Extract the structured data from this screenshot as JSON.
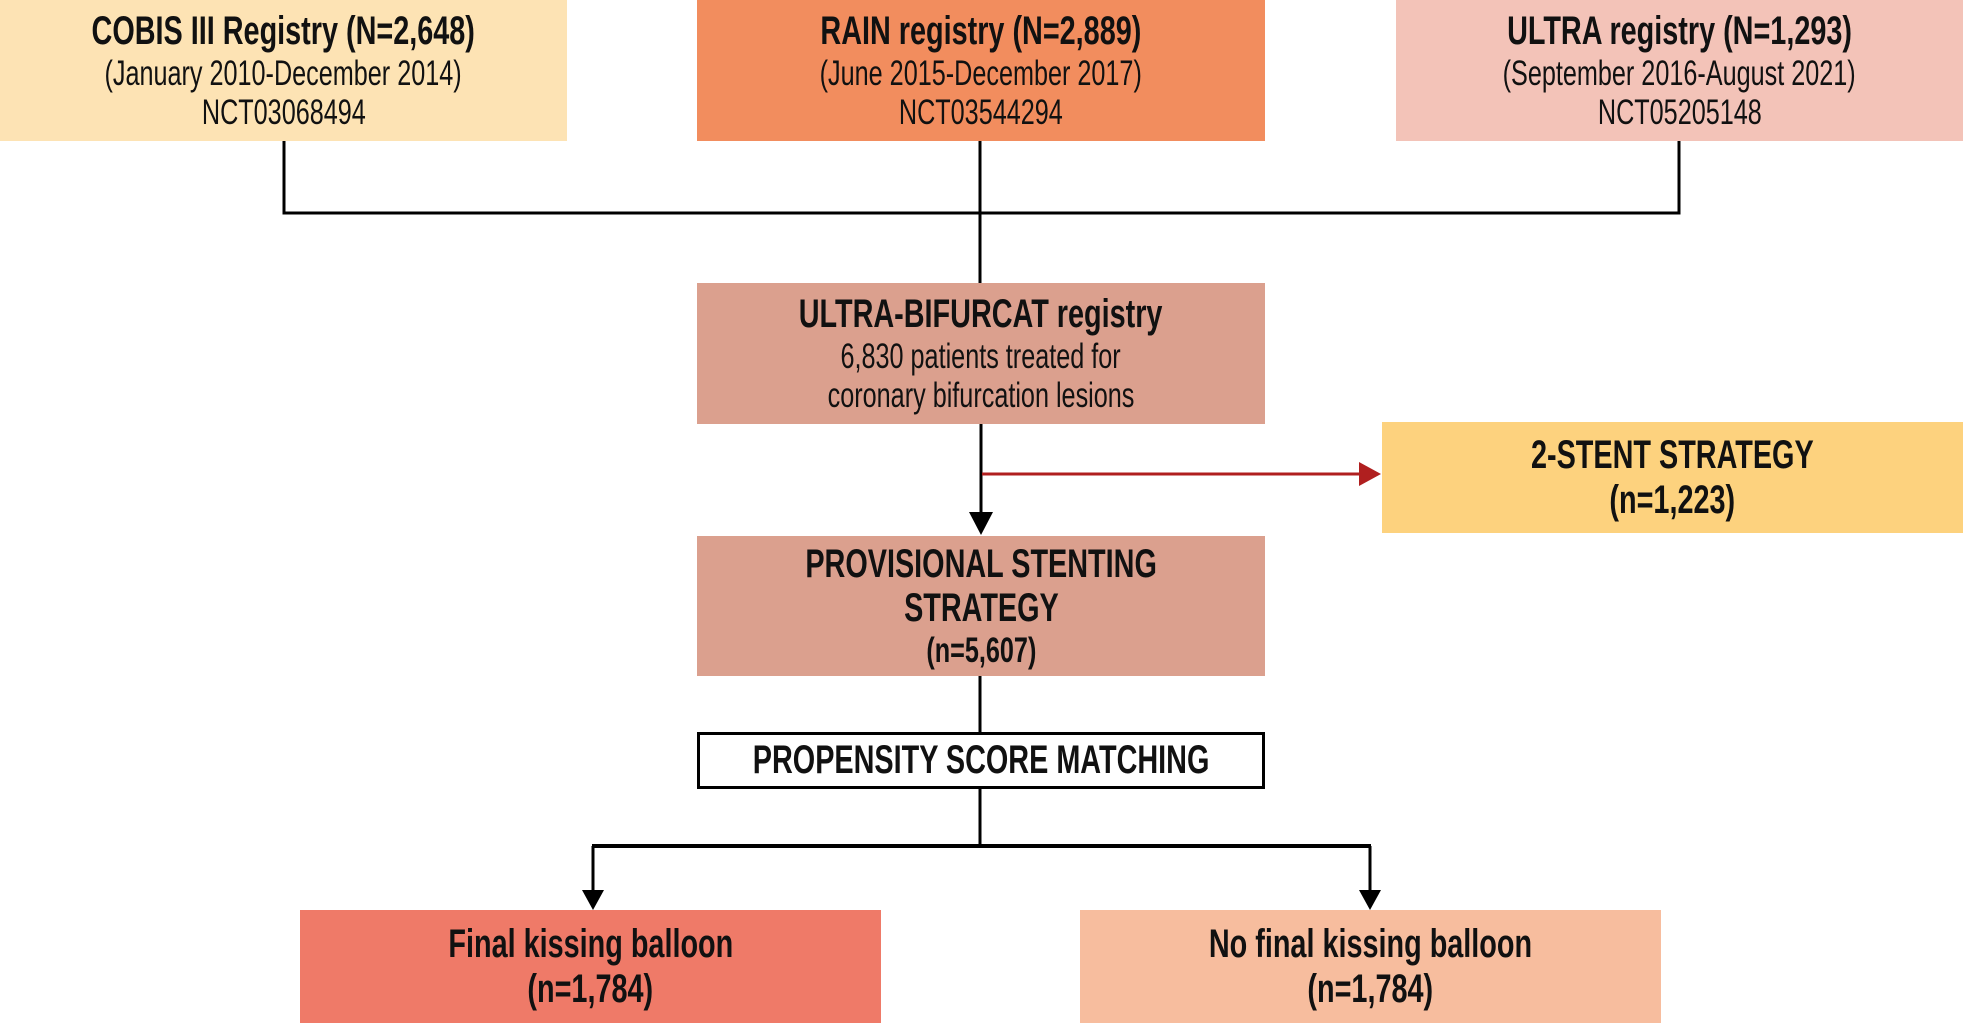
{
  "colors": {
    "cobis": "#FDE3B4",
    "rain": "#F28D5E",
    "ultra": "#F3C3B8",
    "bifurcat": "#DBA08E",
    "provisional": "#DBA08E",
    "two_stent": "#FDD27E",
    "fkb": "#EF7A68",
    "no_fkb": "#F7BD9E",
    "exclusion_arrow": "#B01F1F",
    "connector": "#000000"
  },
  "registries": [
    {
      "title": "COBIS III Registry (N=2,648)",
      "period": "(January 2010-December 2014)",
      "id": "NCT03068494"
    },
    {
      "title": "RAIN registry (N=2,889)",
      "period": "(June 2015-December 2017)",
      "id": "NCT03544294"
    },
    {
      "title": "ULTRA registry (N=1,293)",
      "period": "(September 2016-August 2021)",
      "id": "NCT05205148"
    }
  ],
  "combined": {
    "title": "ULTRA-BIFURCAT registry",
    "line1": "6,830 patients treated for",
    "line2": "coronary bifurcation lesions"
  },
  "excluded": {
    "line1": "2-STENT STRATEGY",
    "line2": "(n=1,223)"
  },
  "provisional": {
    "line1": "PROVISIONAL STENTING",
    "line2": "STRATEGY",
    "line3": "(n=5,607)"
  },
  "matching": {
    "label": "PROPENSITY SCORE MATCHING"
  },
  "groups": [
    {
      "title": "Final kissing balloon",
      "n": "(n=1,784)"
    },
    {
      "title": "No final kissing balloon",
      "n": "(n=1,784)"
    }
  ]
}
